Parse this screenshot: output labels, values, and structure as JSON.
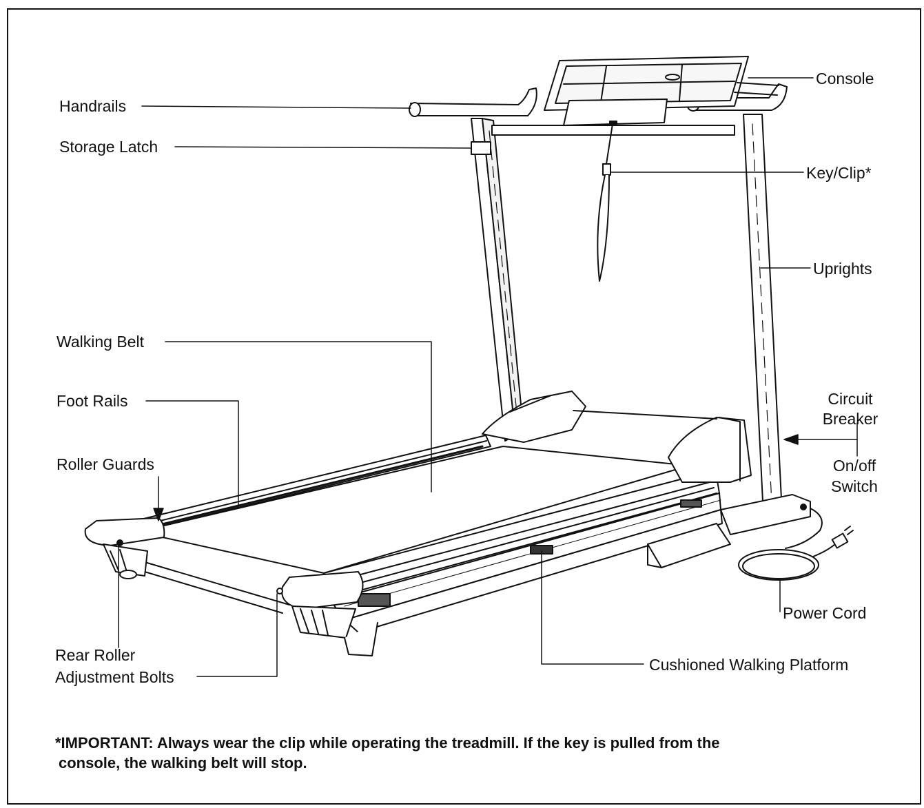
{
  "labels": {
    "handrails": "Handrails",
    "storage_latch": "Storage Latch",
    "walking_belt": "Walking Belt",
    "foot_rails": "Foot Rails",
    "roller_guards": "Roller Guards",
    "rear_roller_line1": "Rear Roller",
    "rear_roller_line2": "Adjustment Bolts",
    "console": "Console",
    "key_clip": "Key/Clip*",
    "uprights": "Uprights",
    "circuit_breaker_line1": "Circuit",
    "circuit_breaker_line2": "Breaker",
    "onoff_line1": "On/off",
    "onoff_line2": "Switch",
    "power_cord": "Power Cord",
    "cushioned_platform": "Cushioned Walking Platform"
  },
  "note": {
    "line1": "*IMPORTANT: Always wear the clip while operating the treadmill. If the key is pulled from the",
    "line2": "console, the walking belt will stop."
  }
}
